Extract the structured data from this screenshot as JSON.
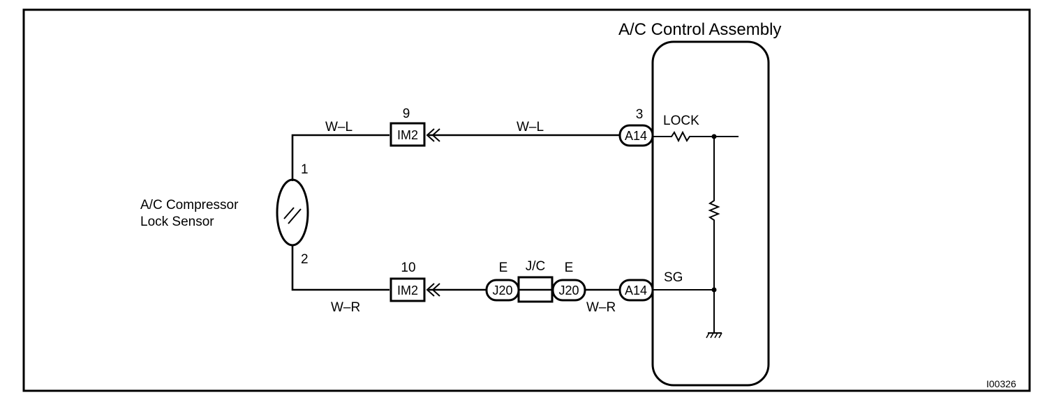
{
  "title": "A/C Control Assembly",
  "sensor": {
    "label_line1": "A/C Compressor",
    "label_line2": "Lock Sensor",
    "pin1": "1",
    "pin2": "2"
  },
  "wires": {
    "top_left": "W–L",
    "top_mid": "W–L",
    "bottom_left": "W–R",
    "bottom_right": "W–R"
  },
  "connectors": {
    "im2_top": {
      "pin": "9",
      "name": "IM2"
    },
    "im2_bottom": {
      "pin": "10",
      "name": "IM2"
    },
    "a14_top": {
      "pin": "3",
      "name": "A14"
    },
    "a14_bottom": {
      "name": "A14"
    },
    "j20_left": {
      "label": "E",
      "name": "J20"
    },
    "j20_right": {
      "label": "E",
      "name": "J20"
    },
    "junction": {
      "label": "J/C"
    }
  },
  "terminals": {
    "lock": "LOCK",
    "sg": "SG"
  },
  "figure_code": "I00326"
}
